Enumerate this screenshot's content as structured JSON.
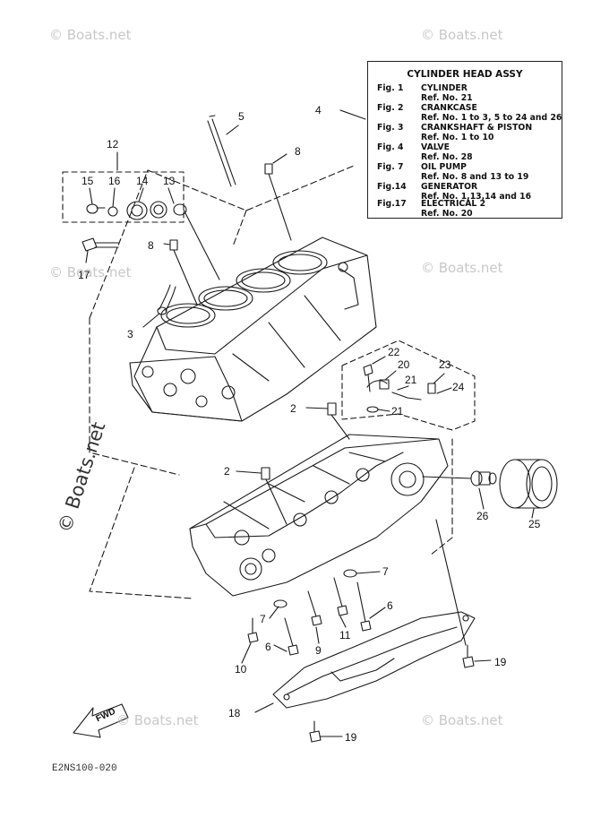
{
  "legend": {
    "title": "CYLINDER HEAD ASSY",
    "figures": [
      {
        "fig": "Fig.  1",
        "name": "CYLINDER",
        "ref": "Ref. No. 21"
      },
      {
        "fig": "Fig.  2",
        "name": "CRANKCASE",
        "ref": "Ref. No. 1 to 3, 5 to 24 and 26"
      },
      {
        "fig": "Fig.  3",
        "name": "CRANKSHAFT & PISTON",
        "ref": "Ref. No. 1 to 10"
      },
      {
        "fig": "Fig.  4",
        "name": "VALVE",
        "ref": "Ref. No. 28"
      },
      {
        "fig": "Fig.  7",
        "name": "OIL PUMP",
        "ref": "Ref. No. 8 and 13 to 19"
      },
      {
        "fig": "Fig.14",
        "name": "GENERATOR",
        "ref": "Ref. No. 1,13,14 and 16"
      },
      {
        "fig": "Fig.17",
        "name": "ELECTRICAL 2",
        "ref": "Ref. No. 20"
      }
    ]
  },
  "callouts": {
    "c1": "2",
    "c2": "2",
    "c3": "3",
    "c4": "4",
    "c5": "5",
    "c6a": "6",
    "c6b": "6",
    "c7a": "7",
    "c7b": "7",
    "c8a": "8",
    "c8b": "8",
    "c9": "9",
    "c10": "10",
    "c11": "11",
    "c12": "12",
    "c13": "13",
    "c14": "14",
    "c15": "15",
    "c16": "16",
    "c17": "17",
    "c18": "18",
    "c19a": "19",
    "c19b": "19",
    "c20": "20",
    "c21a": "21",
    "c21b": "21",
    "c22": "22",
    "c23": "23",
    "c24": "24",
    "c25": "25",
    "c26": "26"
  },
  "fwd_label": "FWD",
  "diagram_code": "E2NS100-020",
  "watermarks": {
    "small": "© Boats.net",
    "large": "© Boats.net"
  },
  "colors": {
    "line": "#1a1a1a",
    "watermark": "#c8c8c8"
  }
}
